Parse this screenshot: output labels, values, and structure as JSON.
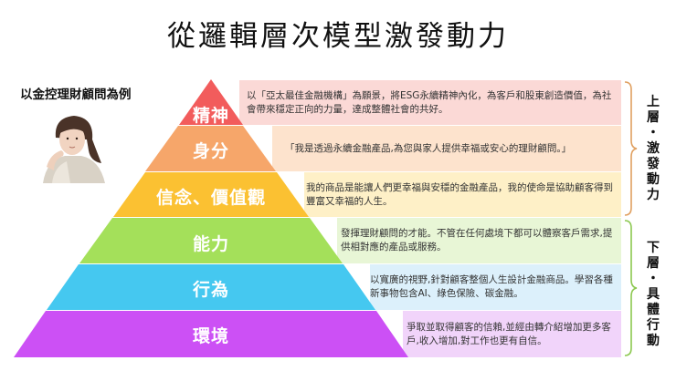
{
  "title": "從邏輯層次模型激發動力",
  "subtitle": "以金控理財顧問為例",
  "photo": {
    "description": "young woman resting chin on hand, light blazer",
    "icon": "person-photo"
  },
  "levels": [
    {
      "label": "精神",
      "color": "#f25c5c",
      "panel_color": "#fbd9d6",
      "text": "以「亞太最佳金融機構」為願景，將ESG永續精神內化，為客戶和股東創造價值，為社會帶來穩定正向的力量，達成整體社會的共好。"
    },
    {
      "label": "身分",
      "color": "#f6a66a",
      "panel_color": "#fde3cd",
      "text": "「我是透過永續金融產品,為您與家人提供幸福或安心的理財顧問。」"
    },
    {
      "label": "信念、價值觀",
      "color": "#fbc132",
      "panel_color": "#fef0c7",
      "text": "我的商品是能讓人們更幸福與安穩的金融產品，我的使命是協助顧客得到豐富又幸福的人生。"
    },
    {
      "label": "能力",
      "color": "#a4e05a",
      "panel_color": "#e8f6d6",
      "text": "發揮理財顧問的才能。不管在任何處境下都可以體察客戶需求,提供相對應的產品或服務。"
    },
    {
      "label": "行為",
      "color": "#45c8f0",
      "panel_color": "#dcf0fb",
      "text": "以寬廣的視野,針對顧客整個人生設計金融商品。學習各種新事物包含AI、綠色保險、碳金融。"
    },
    {
      "label": "環境",
      "color": "#cc50f5",
      "panel_color": "#f1d4fa",
      "text": "爭取並取得顧客的信賴,並經由轉介紹增加更多客戶,收入增加,對工作也更有自信。"
    }
  ],
  "groups": {
    "upper": {
      "label": "上層・激發動力",
      "chars": [
        "上",
        "層",
        "・",
        "激",
        "發",
        "動",
        "力"
      ],
      "color": "#e0a060"
    },
    "lower": {
      "label": "下層・具體行動",
      "chars": [
        "下",
        "層",
        "・",
        "具",
        "體",
        "行",
        "動"
      ],
      "color": "#8cc850"
    }
  }
}
